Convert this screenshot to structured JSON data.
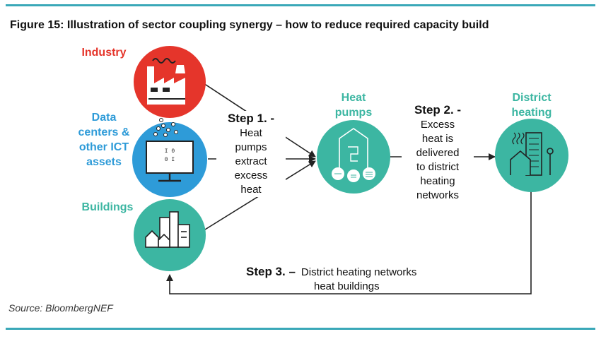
{
  "figure": {
    "title": "Figure 15: Illustration of sector coupling synergy – how to reduce required capacity build",
    "source": "Source: BloombergNEF"
  },
  "nodes": {
    "industry": {
      "label": "Industry",
      "color": "#e5352b",
      "icon": "factory-icon"
    },
    "data_centers": {
      "label_lines": [
        "Data",
        "centers &",
        "other ICT",
        "assets"
      ],
      "color": "#2e9bd8",
      "icon": "server-monitor-icon"
    },
    "buildings": {
      "label": "Buildings",
      "color": "#3cb6a2",
      "icon": "buildings-icon"
    },
    "heat_pumps": {
      "label_lines": [
        "Heat",
        "pumps"
      ],
      "color": "#3cb6a2",
      "icon": "heat-pump-house-icon"
    },
    "district_heating": {
      "label_lines": [
        "District",
        "heating"
      ],
      "color": "#3cb6a2",
      "icon": "district-heating-icon"
    }
  },
  "steps": {
    "step1": {
      "head": "Step 1. -",
      "body_lines": [
        "Heat",
        "pumps",
        "extract",
        "excess",
        "heat"
      ]
    },
    "step2": {
      "head": "Step 2. -",
      "body_lines": [
        "Excess",
        "heat is",
        "delivered",
        "to district",
        "heating",
        "networks"
      ]
    },
    "step3": {
      "head": "Step 3. –",
      "body_lines": [
        "District heating networks",
        "heat buildings"
      ]
    }
  }
}
